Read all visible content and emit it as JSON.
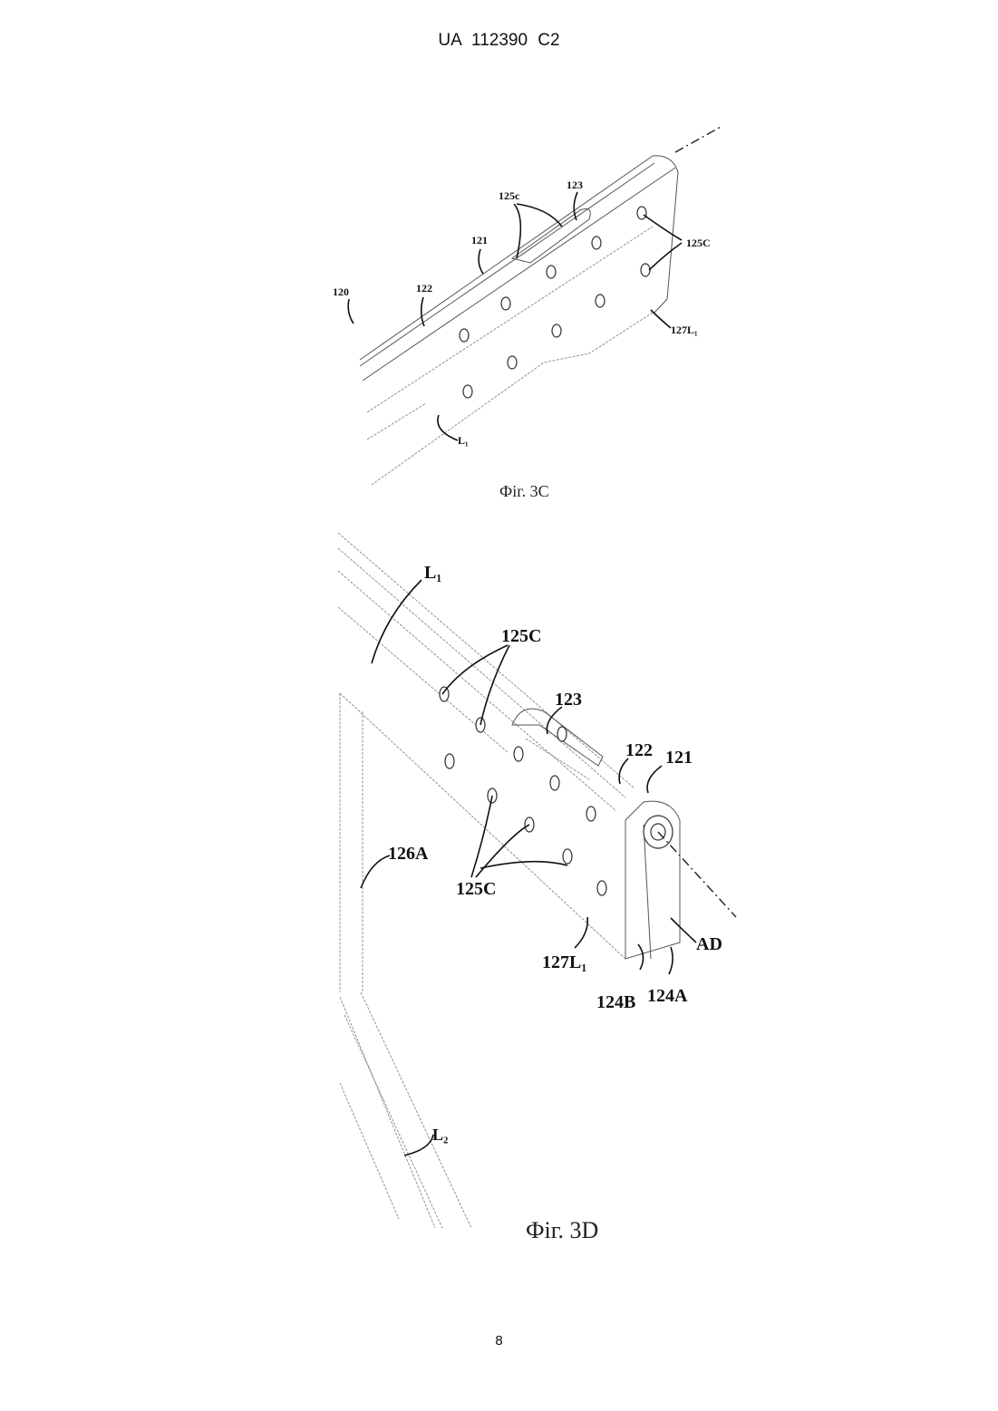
{
  "header": {
    "text": "UA   112390   C2"
  },
  "page_number": "8",
  "figure_3c": {
    "caption": "Фіг. 3C",
    "labels": {
      "l120": "120",
      "l122": "122",
      "l121": "121",
      "l125c_small": "125c",
      "l123": "123",
      "l125C": "125C",
      "l127L1": "127L₁",
      "lL1": "L₁"
    }
  },
  "figure_3d": {
    "caption": "Фіг. 3D",
    "labels": {
      "lL1": "L₁",
      "l125C_top": "125C",
      "l123": "123",
      "l122": "122",
      "l121": "121",
      "l126A": "126A",
      "l125C_mid": "125C",
      "lAD": "AD",
      "l127L1": "127L₁",
      "l124B": "124B",
      "l124A": "124A",
      "lL2": "L₂"
    }
  }
}
